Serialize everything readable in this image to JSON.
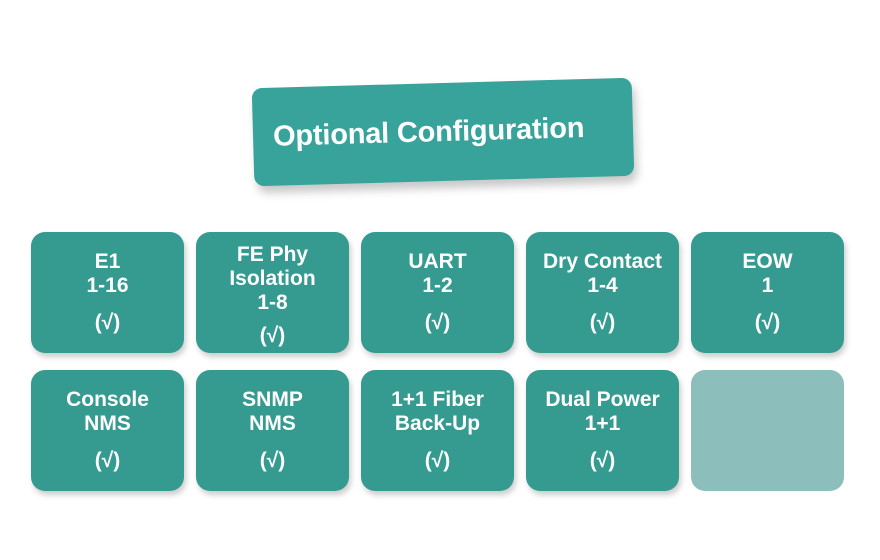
{
  "banner": {
    "title": "Optional Configuration",
    "color": "#37a39b"
  },
  "colors": {
    "card": "#359b91",
    "card_placeholder": "#8cbfbb",
    "text": "#ffffff",
    "background": "#ffffff"
  },
  "rows": [
    {
      "cards": [
        {
          "lines": [
            "E1",
            "1-16"
          ],
          "mark": "(√)"
        },
        {
          "lines": [
            "FE Phy",
            "Isolation",
            "1-8"
          ],
          "mark": "(√)"
        },
        {
          "lines": [
            "UART",
            "1-2"
          ],
          "mark": "(√)"
        },
        {
          "lines": [
            "Dry Contact",
            "1-4"
          ],
          "mark": "(√)"
        },
        {
          "lines": [
            "EOW",
            "1"
          ],
          "mark": "(√)"
        }
      ]
    },
    {
      "cards": [
        {
          "lines": [
            "Console",
            "NMS"
          ],
          "mark": "(√)"
        },
        {
          "lines": [
            "SNMP",
            "NMS"
          ],
          "mark": "(√)"
        },
        {
          "lines": [
            "1+1 Fiber",
            "Back-Up"
          ],
          "mark": "(√)"
        },
        {
          "lines": [
            "Dual Power",
            "1+1"
          ],
          "mark": "(√)"
        },
        {
          "lines": [],
          "mark": "",
          "placeholder": true
        }
      ]
    }
  ]
}
